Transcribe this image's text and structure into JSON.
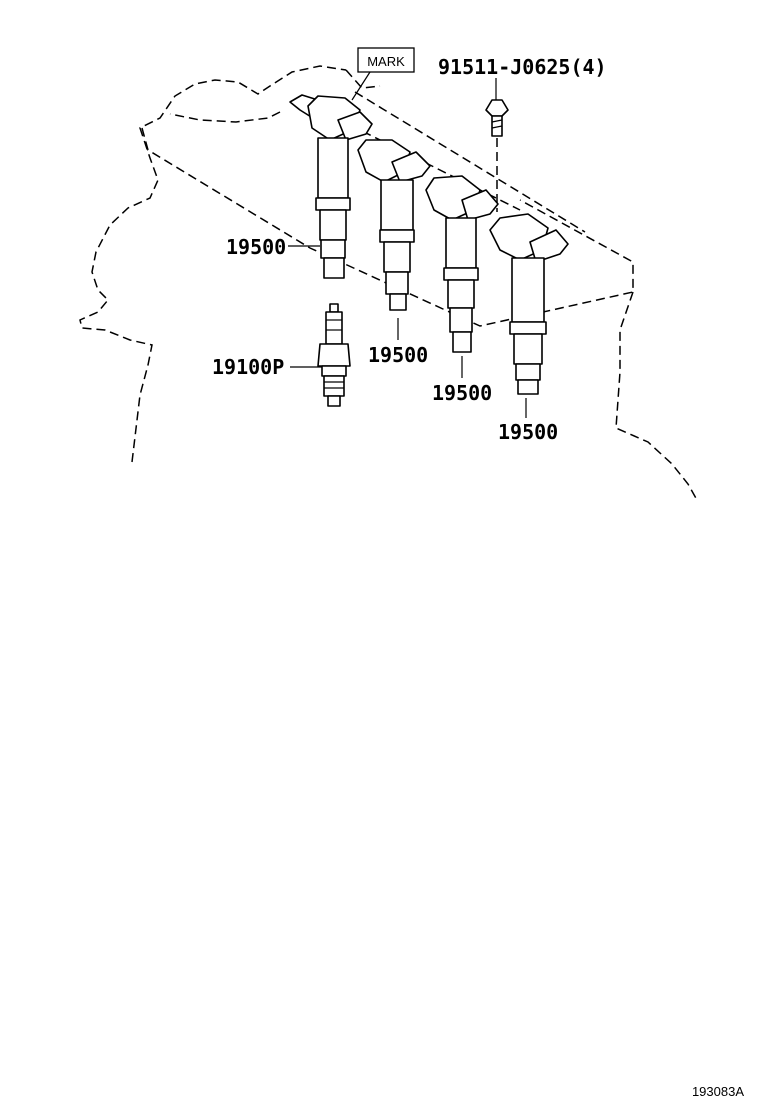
{
  "callouts": {
    "mark_label": "MARK",
    "bolt_part": "91511-J0625(4)",
    "spark_plug_part": "19100P",
    "coil_1_part": "19500",
    "coil_2_part": "19500",
    "coil_3_part": "19500",
    "coil_4_part": "19500"
  },
  "figure_id": "193083A"
}
